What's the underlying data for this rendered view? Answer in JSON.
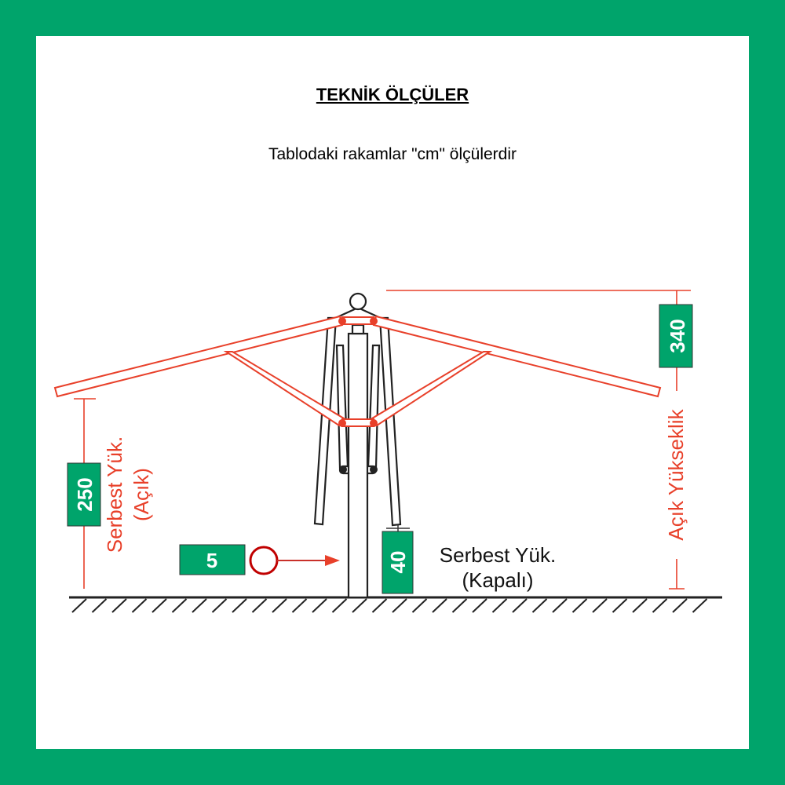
{
  "title": "TEKNİK ÖLÇÜLER",
  "subtitle": "Tablodaki rakamlar \"cm\" ölçülerdir",
  "dimensions": {
    "open_height": {
      "value": "340",
      "label": "Açık Yükseklik"
    },
    "clearance_open": {
      "value": "250",
      "label_line1": "Serbest Yük.",
      "label_line2": "(Açık)"
    },
    "pole": {
      "value": "5"
    },
    "clearance_closed": {
      "value": "40",
      "label_line1": "Serbest Yük.",
      "label_line2": "(Kapalı)"
    }
  },
  "colors": {
    "frame": "#00a46b",
    "accent": "#e8402a",
    "box": "#00a46b",
    "circle": "#c00000"
  }
}
